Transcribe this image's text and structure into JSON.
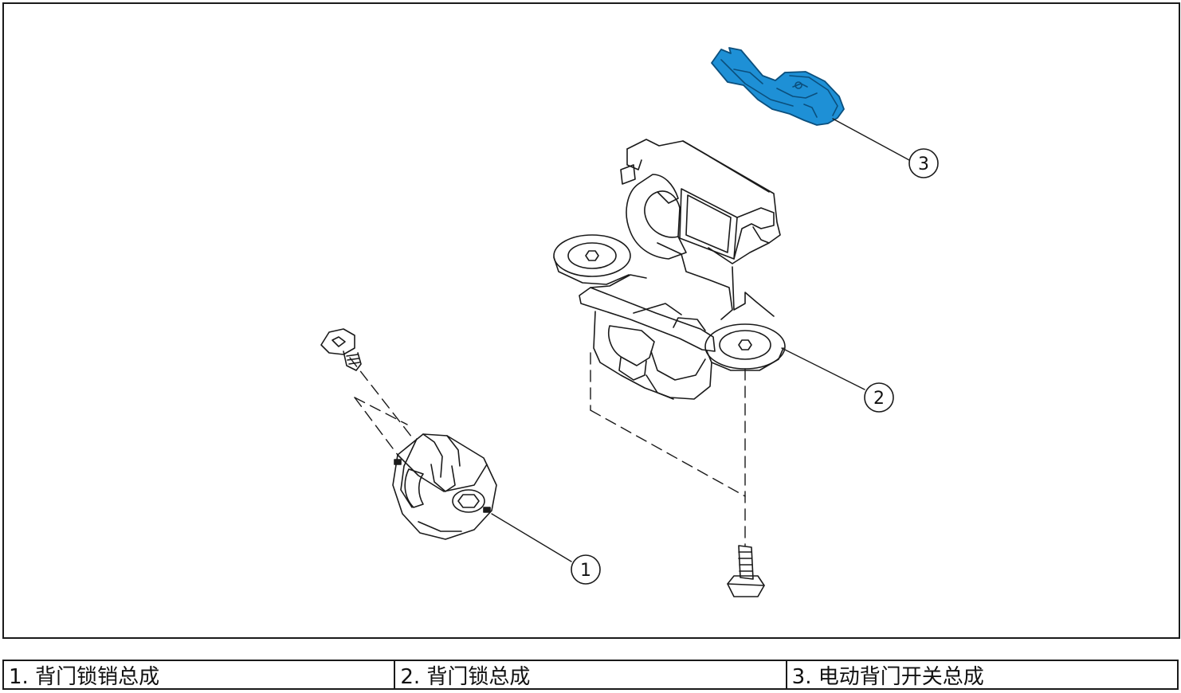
{
  "figure": {
    "callouts": [
      {
        "id": "1",
        "label": "1"
      },
      {
        "id": "2",
        "label": "2"
      },
      {
        "id": "3",
        "label": "3"
      }
    ],
    "colors": {
      "line": "#1a1a1a",
      "highlight": "#1e90d6",
      "highlight_dark": "#0b5f97"
    }
  },
  "legend": {
    "items": [
      {
        "text": "1. 背门锁销总成"
      },
      {
        "text": "2. 背门锁总成"
      },
      {
        "text": "3. 电动背门开关总成"
      }
    ]
  }
}
